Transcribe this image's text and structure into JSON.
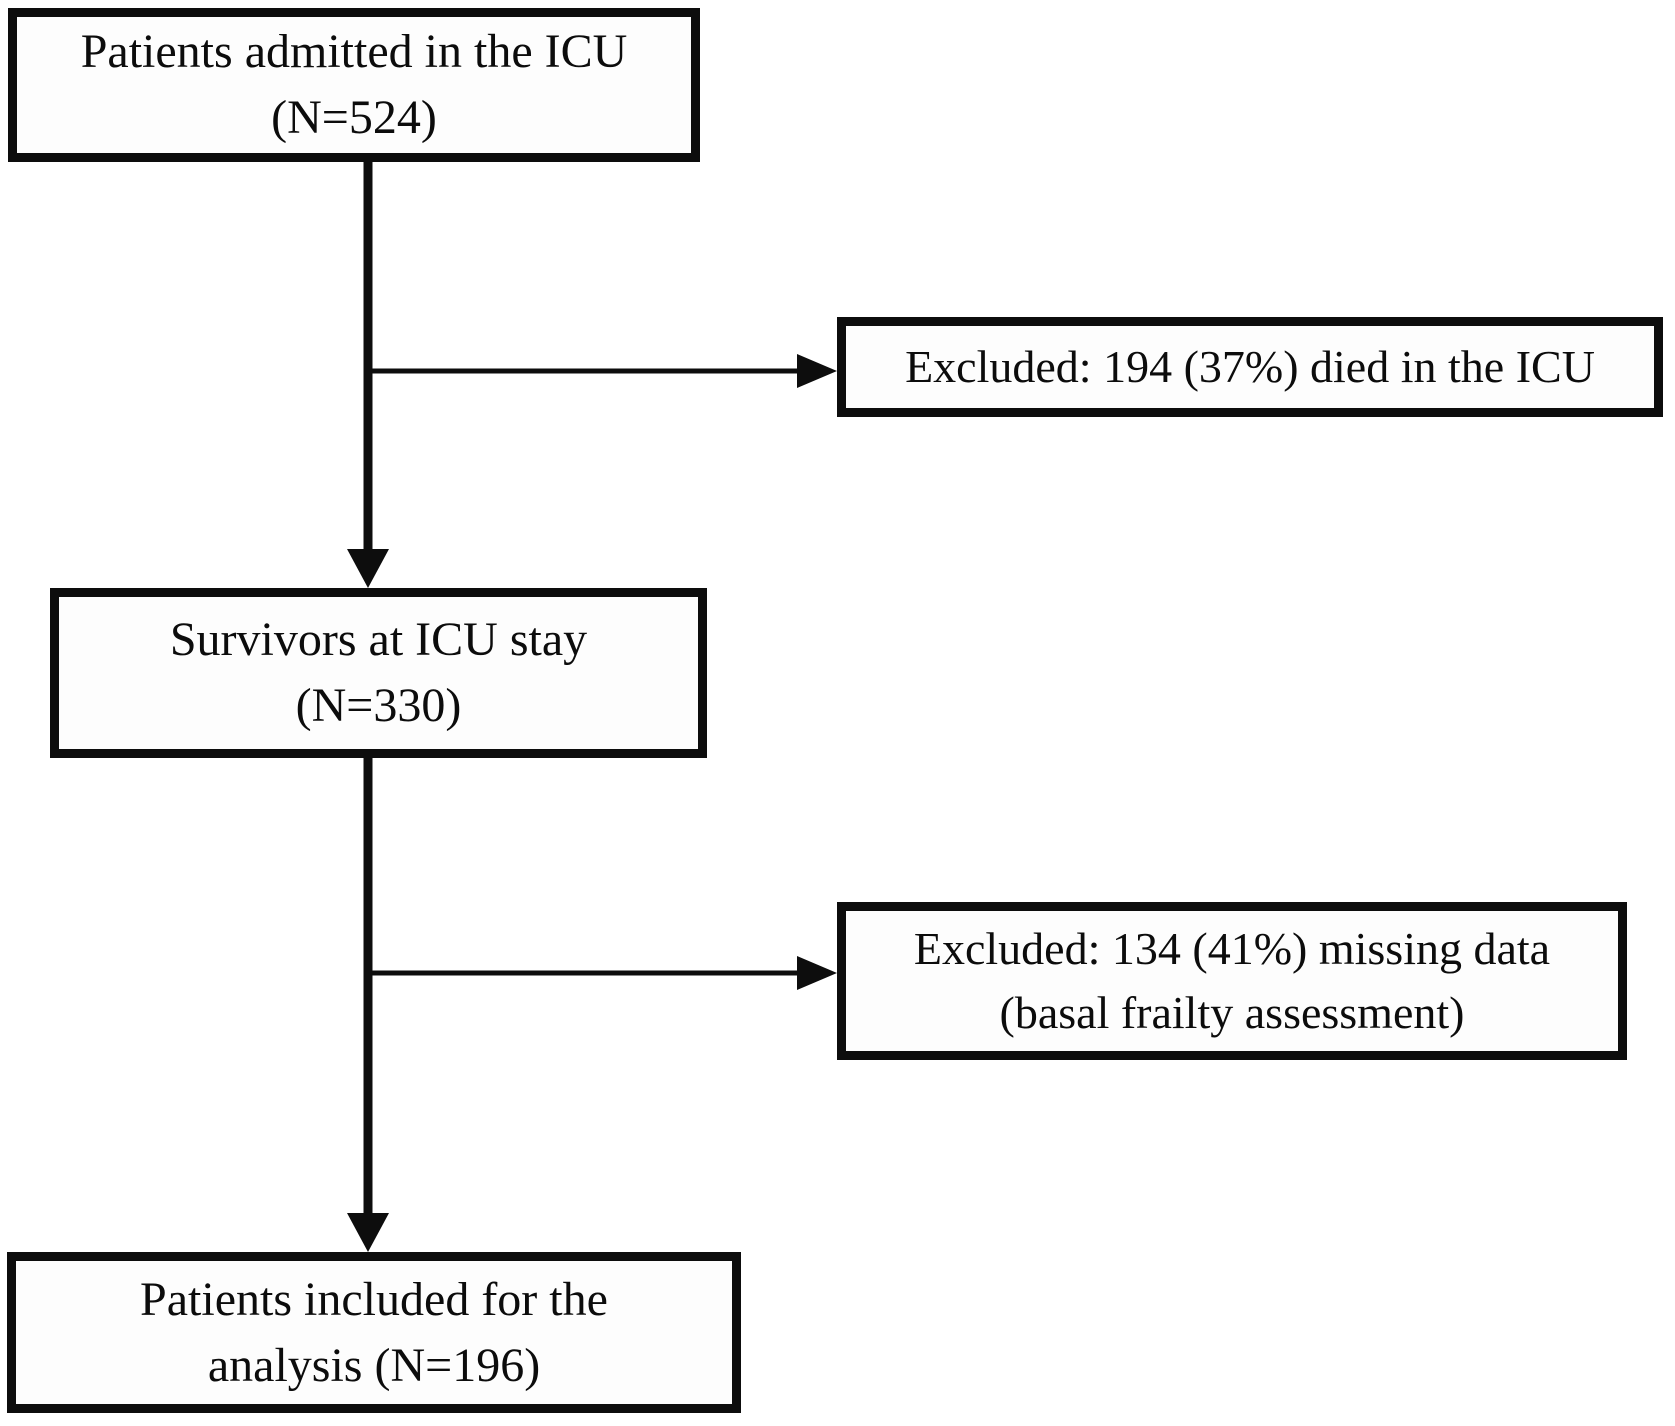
{
  "figure": {
    "type": "flowchart",
    "background": "#ffffff",
    "line_color": "#0d0d0d",
    "box_fill": "#fdfdfd"
  },
  "nodes": {
    "admitted": {
      "line1": "Patients admitted in the ICU",
      "line2": "(N=524)"
    },
    "excluded_died": {
      "line1": "Excluded: 194 (37%) died in the ICU"
    },
    "survivors": {
      "line1": "Survivors at ICU stay",
      "line2": "(N=330)"
    },
    "excluded_missing": {
      "line1": "Excluded: 134 (41%) missing data",
      "line2": "(basal frailty assessment)"
    },
    "included": {
      "line1": "Patients included for the",
      "line2": "analysis (N=196)"
    }
  },
  "edges": [
    {
      "from": "admitted",
      "to": "survivors"
    },
    {
      "from": "admitted",
      "to": "excluded_died"
    },
    {
      "from": "survivors",
      "to": "included"
    },
    {
      "from": "survivors",
      "to": "excluded_missing"
    }
  ]
}
